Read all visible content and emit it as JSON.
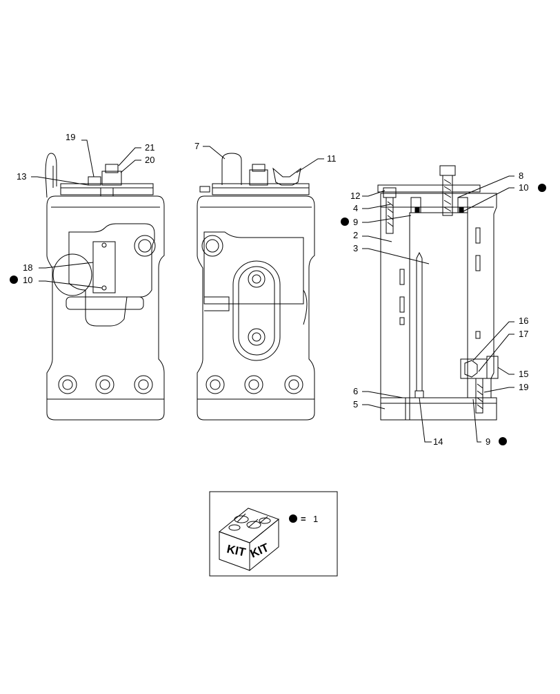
{
  "labels": {
    "v1_19": "19",
    "v1_21": "21",
    "v1_20": "20",
    "v1_13": "13",
    "v1_18": "18",
    "v1_10": "10",
    "v2_7": "7",
    "v2_11": "11",
    "v3_8": "8",
    "v3_10": "10",
    "v3_12": "12",
    "v3_4": "4",
    "v3_9a": "9",
    "v3_2": "2",
    "v3_3": "3",
    "v3_16": "16",
    "v3_17": "17",
    "v3_15": "15",
    "v3_19": "19",
    "v3_6": "6",
    "v3_5": "5",
    "v3_14": "14",
    "v3_9b": "9"
  },
  "legend": {
    "equals": "=",
    "qty": "1",
    "kit_left": "KIT",
    "kit_right": "KIT"
  },
  "colors": {
    "line": "#000000",
    "kit_marker": "#000000"
  }
}
